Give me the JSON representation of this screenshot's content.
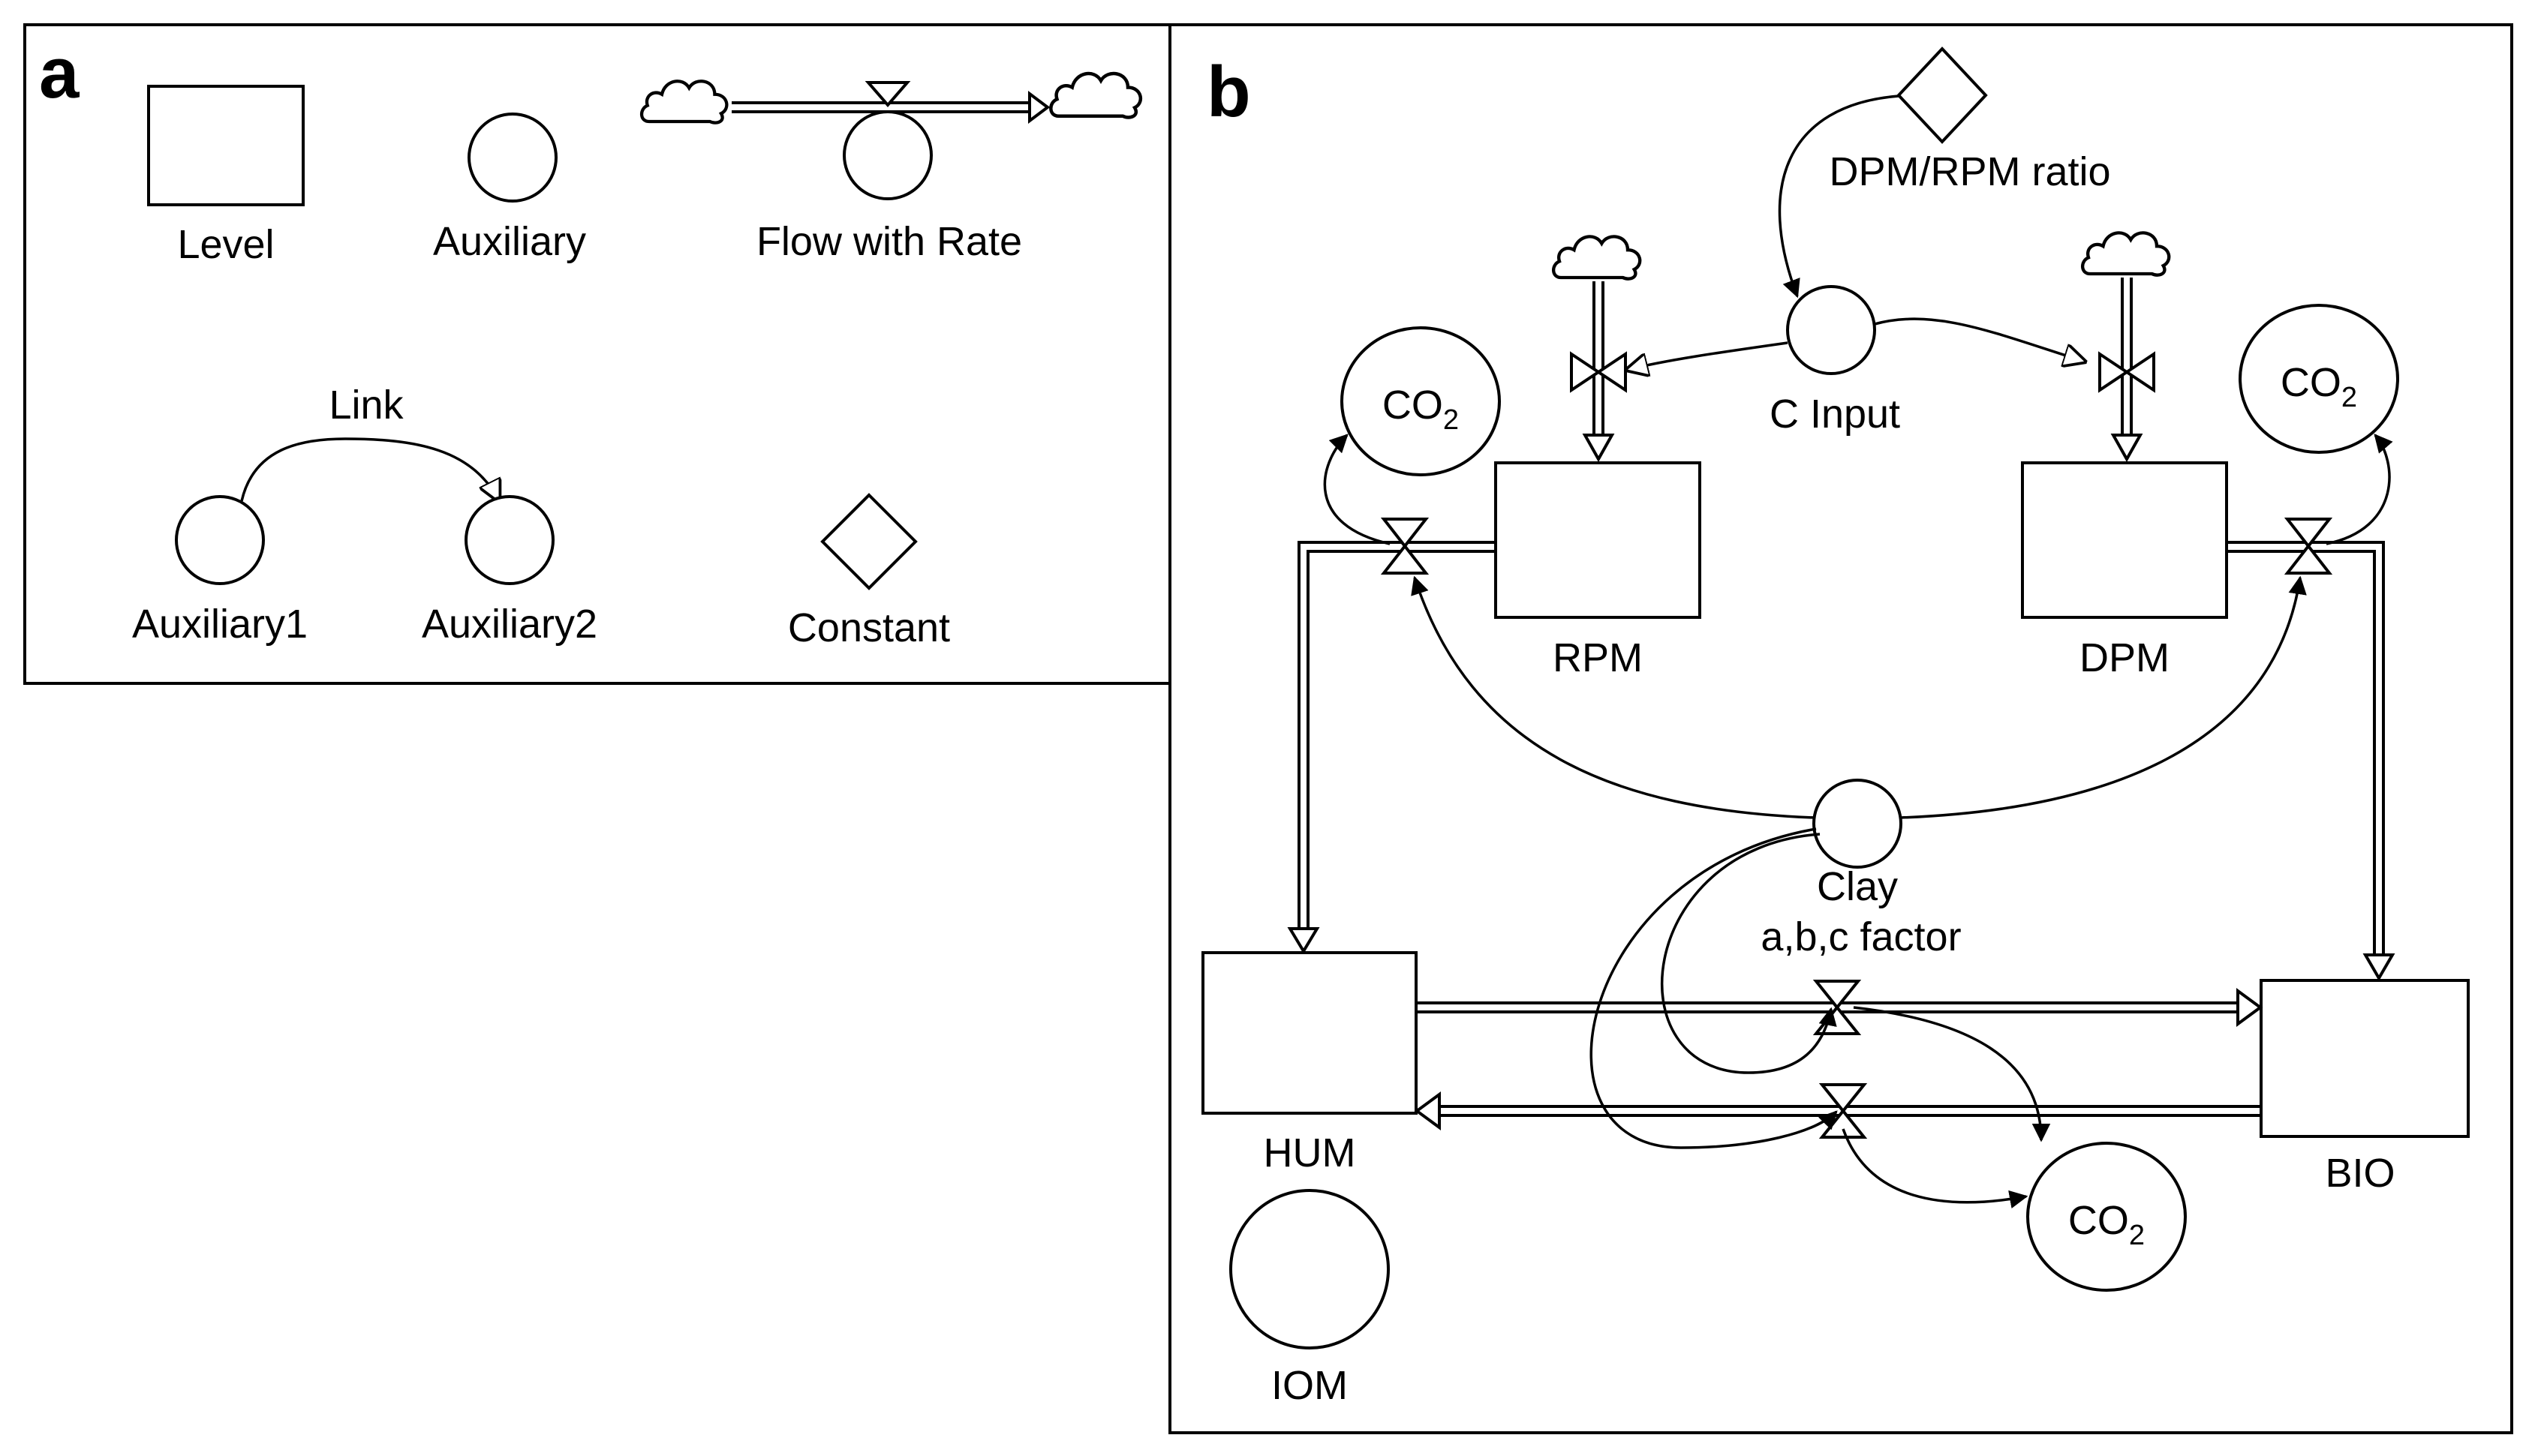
{
  "panel_a": {
    "letter": "a",
    "level_label": "Level",
    "auxiliary_label": "Auxiliary",
    "flow_label": "Flow with Rate",
    "link_label": "Link",
    "aux1_label": "Auxiliary1",
    "aux2_label": "Auxiliary2",
    "constant_label": "Constant"
  },
  "panel_b": {
    "letter": "b",
    "ratio_label": "DPM/RPM ratio",
    "c_input_label": "C Input",
    "rpm_label": "RPM",
    "dpm_label": "DPM",
    "hum_label": "HUM",
    "bio_label": "BIO",
    "iom_label": "IOM",
    "clay_label": "Clay",
    "clay_sub_label": "a,b,c factor",
    "co2_main": "CO",
    "co2_sub": "2"
  }
}
